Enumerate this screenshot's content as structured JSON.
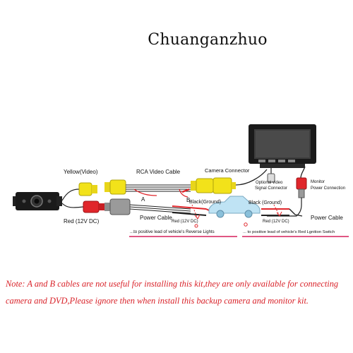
{
  "brand": "Chuanganzhuo",
  "labels": {
    "yellow_video": "Yellow(Video)",
    "red_12v": "Red (12V DC)",
    "rca_cable": "RCA Video Cable",
    "a": "A",
    "b": "B",
    "camera_connector": "Camera Connector",
    "optional_video": "Optional video",
    "signal_connector": "Signal Connector",
    "monitor_power": "Monitor",
    "power_connection": "Power Connection",
    "power_cable_left": "Power Cable",
    "power_cable_right": "Power Cable",
    "black_ground_left": "Black(Ground)",
    "black_ground_right": "Black (Ground)",
    "red_12v_left": "Red (12V DC)",
    "red_12v_right": "Red (12V DC)",
    "reverse_lights": "...to positive lead of vehicle's Reverse Lights",
    "ignition_switch": "... to positive lead of vehicle's Red Lgnition Switch"
  },
  "note": {
    "line1": "Note: A and B cables are not useful for installing this kit,they are only available for connecting",
    "line2": "camera and DVD,Please ignore then when install this backup camera and monitor kit."
  },
  "colors": {
    "yellow": "#f2e21a",
    "red": "#e0262b",
    "gray": "#9a9a9a",
    "note_red": "#d9232a",
    "underline": "#d51f5a",
    "car": "#bfe3f4"
  }
}
